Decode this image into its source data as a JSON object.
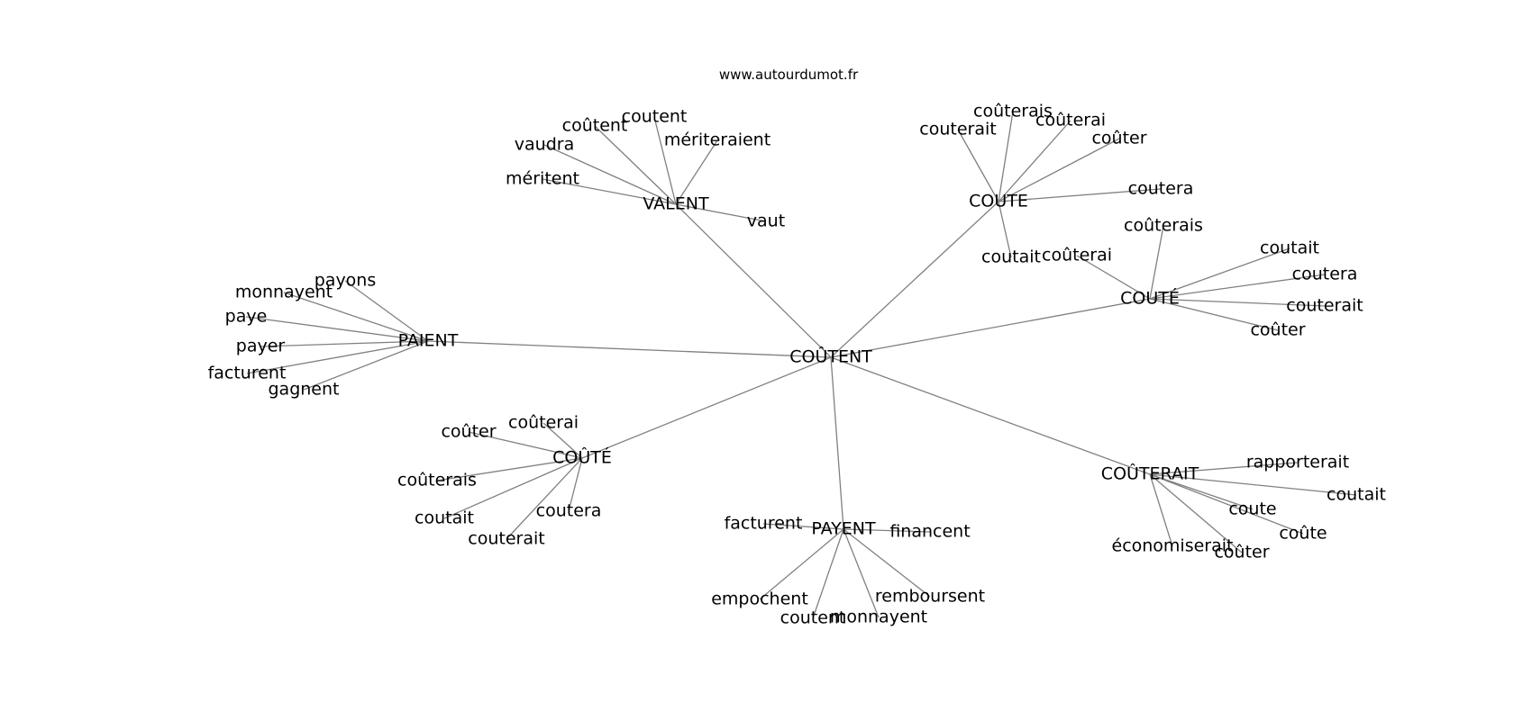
{
  "site_label": "www.autourdumot.fr",
  "center": {
    "label": "COÛTENT"
  },
  "clusters": [
    {
      "key": "valent",
      "label": "VALENT",
      "leaves": [
        "coûtent",
        "coutent",
        "vaudra",
        "mériteraient",
        "méritent",
        "vaut"
      ]
    },
    {
      "key": "coute",
      "label": "COUTE",
      "leaves": [
        "coûterais",
        "couterait",
        "coûterai",
        "coûter",
        "coutera",
        "coutait"
      ]
    },
    {
      "key": "coute_acc",
      "label": "COUTÉ",
      "leaves": [
        "coûterais",
        "coûterai",
        "coutait",
        "coutera",
        "couterait",
        "coûter"
      ]
    },
    {
      "key": "paient",
      "label": "PAIENT",
      "leaves": [
        "payons",
        "monnayent",
        "paye",
        "payer",
        "facturent",
        "gagnent"
      ]
    },
    {
      "key": "coute_circ",
      "label": "COÛTÉ",
      "leaves": [
        "coûterai",
        "coûter",
        "coûterais",
        "coutait",
        "coutera",
        "couterait"
      ]
    },
    {
      "key": "payent",
      "label": "PAYENT",
      "leaves": [
        "facturent",
        "financent",
        "empochent",
        "remboursent",
        "coutent",
        "monnayent"
      ]
    },
    {
      "key": "couterait",
      "label": "COÛTERAIT",
      "leaves": [
        "rapporterait",
        "coutait",
        "coute",
        "coûte",
        "économiserait",
        "coûter"
      ]
    }
  ]
}
